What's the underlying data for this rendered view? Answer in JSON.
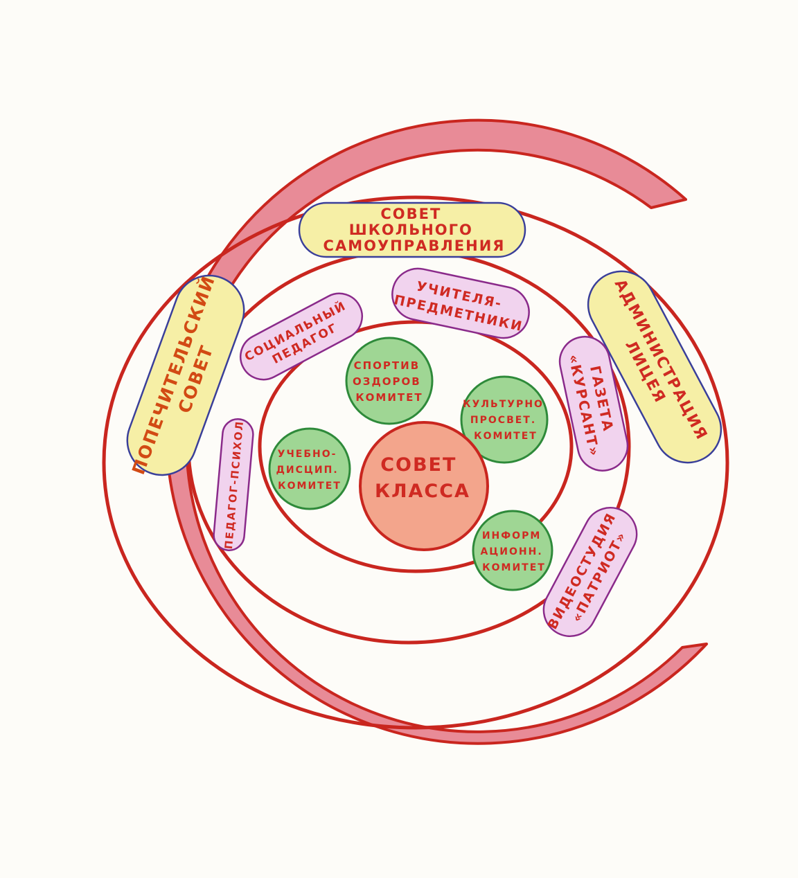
{
  "colors": {
    "ring": "#c9261f",
    "band_fill": "#e88b97",
    "yellow_fill": "#f6efa6",
    "purple_fill": "#f1d3ee",
    "green_fill": "#9fd694",
    "center_fill": "#f3a58c",
    "label": "#cf2a22"
  },
  "nodes": {
    "center": {
      "lines": [
        "СОВЕТ",
        "КЛАССА"
      ]
    },
    "sport": {
      "lines": [
        "СПОРТИВ",
        "ОЗДОРОВ",
        "КОМИТЕТ"
      ]
    },
    "culture": {
      "lines": [
        "КУЛЬТУРНО",
        "ПРОСВЕТ.",
        "КОМИТЕТ"
      ]
    },
    "study": {
      "lines": [
        "УЧЕБНО-",
        "ДИСЦИП.",
        "КОМИТЕТ"
      ]
    },
    "info": {
      "lines": [
        "ИНФОРМ",
        "АЦИОНН.",
        "КОМИТЕТ"
      ]
    },
    "social": {
      "lines": [
        "СОЦИАЛЬНЫЙ",
        "ПЕДАГОГ"
      ]
    },
    "teachers": {
      "lines": [
        "УЧИТЕЛЯ-",
        "ПРЕДМЕТНИКИ"
      ]
    },
    "newspaper": {
      "lines": [
        "ГАЗЕТА",
        "«КУРСАНТ»"
      ]
    },
    "psych": {
      "lines": [
        "ПЕДАГОГ-ПСИХОЛ"
      ]
    },
    "video": {
      "lines": [
        "ВИДЕОСТУДИЯ",
        "«ПАТРИОТ»"
      ]
    },
    "council": {
      "lines": [
        "СОВЕТ",
        "ШКОЛЬНОГО",
        "САМОУПРАВЛЕНИЯ"
      ]
    },
    "trustees": {
      "lines": [
        "ПОПЕЧИТЕЛЬСКИЙ",
        "СОВЕТ"
      ]
    },
    "admin": {
      "lines": [
        "АДМИНИСТРАЦИЯ",
        "ЛИЦЕЯ"
      ]
    }
  }
}
